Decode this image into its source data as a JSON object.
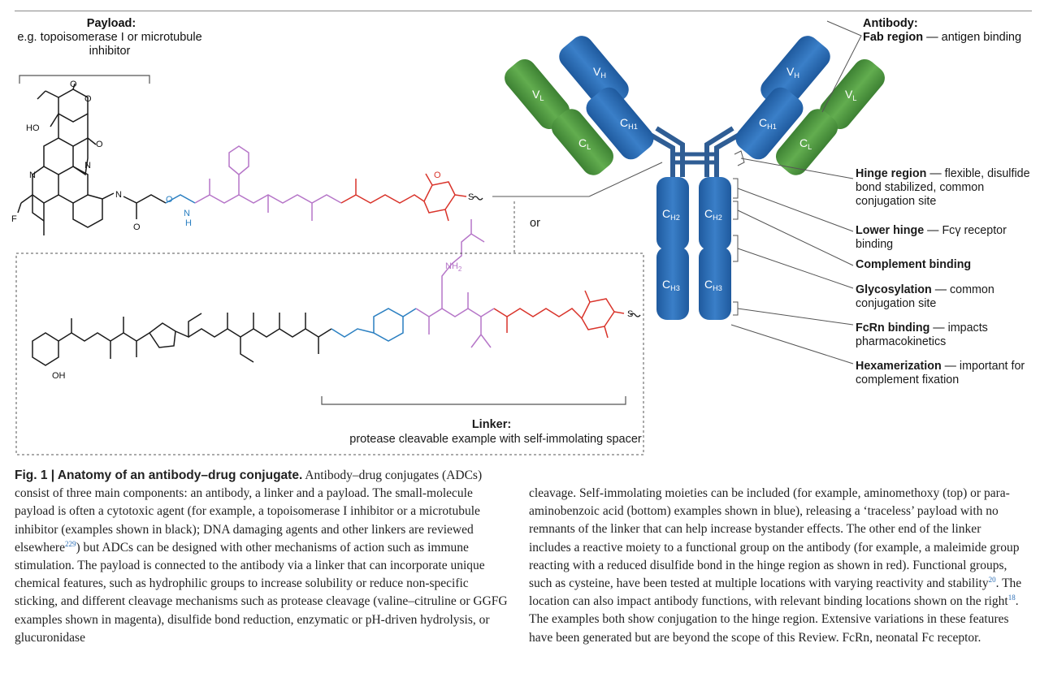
{
  "payload": {
    "title": "Payload:",
    "subtitle": "e.g. topoisomerase I or microtubule inhibitor"
  },
  "antibody": {
    "title": "Antibody:",
    "fab_bold": "Fab region",
    "fab_rest": " — antigen binding"
  },
  "domains": {
    "vh": "V",
    "vh_sub": "H",
    "vl": "V",
    "vl_sub": "L",
    "ch1": "C",
    "ch1_sub": "H1",
    "cl": "C",
    "cl_sub": "L",
    "ch2": "C",
    "ch2_sub": "H2",
    "ch3": "C",
    "ch3_sub": "H3"
  },
  "regions": [
    {
      "bold": "Hinge region",
      "rest": " — flexible, disulfide bond stabilized, common conjugation site"
    },
    {
      "bold": "Lower hinge",
      "rest": " — Fcγ receptor binding"
    },
    {
      "bold": "Complement binding",
      "rest": ""
    },
    {
      "bold": "Glycosylation",
      "rest": " — common conjugation site"
    },
    {
      "bold": "FcRn binding",
      "rest": " — impacts pharmacokinetics"
    },
    {
      "bold": "Hexamerization",
      "rest": " — important for complement fixation"
    }
  ],
  "or_label": "or",
  "linker": {
    "title": "Linker:",
    "subtitle": "protease cleavable example with self-immolating spacer"
  },
  "atoms": {
    "ho": "HO",
    "oh": "OH",
    "o": "O",
    "n": "N",
    "f": "F",
    "s": "S",
    "h": "H",
    "nh2": "NH",
    "nh2_sub": "2"
  },
  "caption": {
    "head": "Fig. 1 | Anatomy of an antibody–drug conjugate.",
    "left_1": " Antibody–drug conjugates (ADCs) consist of three main components: an antibody, a linker and a payload. The small-molecule payload is often a cytotoxic agent (for example, a topoisomerase I inhibitor or a microtubule inhibitor (examples shown in black); DNA damaging agents and other linkers are reviewed elsewhere",
    "ref_229": "229",
    "left_2": ") but ADCs can be designed with other mechanisms of action such as immune stimulation. The payload is connected to the antibody via a linker that can incorporate unique chemical features, such as hydrophilic groups to increase solubility or reduce non-specific sticking, and different cleavage mechanisms such as protease cleavage (valine–citruline or GGFG examples shown in magenta), disulfide bond reduction, enzymatic or pH-driven hydrolysis, or glucuronidase",
    "right_1": "cleavage. Self-immolating moieties can be included (for example, aminomethoxy (top) or para-aminobenzoic acid (bottom) examples shown in blue), releasing a ‘traceless’ payload with no remnants of the linker that can help increase bystander effects. The other end of the linker includes a reactive moiety to a functional group on the antibody (for example, a maleimide group reacting with a reduced disulfide bond in the hinge region as shown in red). Functional groups, such as cysteine, have been tested at multiple locations with varying reactivity and stability",
    "ref_20": "20",
    "right_2": ". The location can also impact antibody functions, with relevant binding locations shown on the right",
    "ref_18": "18",
    "right_3": ". The examples both show conjugation to the hinge region. Extensive variations in these features have been generated but are beyond the scope of this Review. FcRn, neonatal Fc receptor."
  },
  "colors": {
    "black": "#1a1a1a",
    "blue": "#2a7fc1",
    "magenta": "#b676c8",
    "red": "#d9342b",
    "ab_blue": "#2f6bb0",
    "ab_green": "#4e9a3f"
  }
}
